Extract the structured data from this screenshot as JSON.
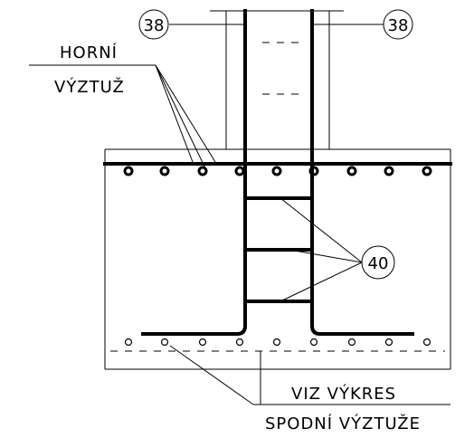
{
  "labels": {
    "top_reinforcement_line1": "HORNÍ",
    "top_reinforcement_line2": "VÝZTUŽ",
    "see_drawing_line1": "VIZ VÝKRES",
    "see_drawing_line2": "SPODNÍ VÝZTUŽE"
  },
  "tags": {
    "left_column_bar": "38",
    "right_column_bar": "38",
    "stirrups": "40"
  }
}
